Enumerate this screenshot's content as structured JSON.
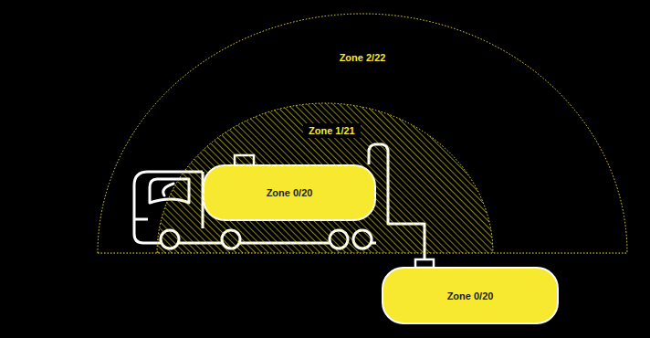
{
  "diagram": {
    "nodes": [
      {
        "text": [
          "Zone 2/22"
        ]
      },
      {
        "text": [
          "Zone 1/21"
        ],
        "in": 0
      },
      {
        "text": [
          "Zone 0/20"
        ],
        "in": 1
      },
      {
        "text": [
          "Zone 0/20"
        ]
      }
    ],
    "edges": [
      {
        "from": 2,
        "to": 3,
        "arrow": "none"
      }
    ]
  }
}
